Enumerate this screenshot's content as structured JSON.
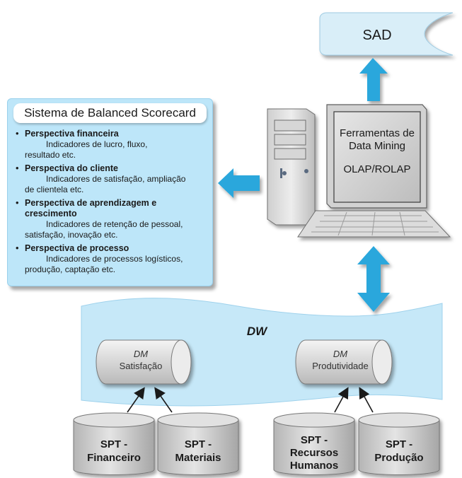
{
  "sad": {
    "label": "SAD"
  },
  "computer": {
    "screen_line1": "Ferramentas de",
    "screen_line2": "Data Mining",
    "screen_line3": "OLAP/ROLAP"
  },
  "bsc": {
    "title": "Sistema de Balanced Scorecard",
    "items": [
      {
        "heading": "Perspectiva financeira",
        "desc_lines": [
          "Indicadores de lucro, fluxo,",
          "resultado etc."
        ]
      },
      {
        "heading": "Perspectiva do cliente",
        "desc_lines": [
          "Indicadores de satisfação, ampliação",
          "de clientela etc."
        ]
      },
      {
        "heading": "Perspectiva de aprendizagem e crescimento",
        "desc_lines": [
          "Indicadores de retenção de pessoal,",
          "satisfação, inovação etc."
        ]
      },
      {
        "heading": "Perspectiva de processo",
        "desc_lines": [
          "Indicadores de processos logísticos,",
          "produção, captação etc."
        ]
      }
    ]
  },
  "dw": {
    "label": "DW"
  },
  "datamarts": [
    {
      "line1": "DM",
      "line2": "Satisfação"
    },
    {
      "line1": "DM",
      "line2": "Produtividade"
    }
  ],
  "sources": [
    {
      "line1": "SPT -",
      "line2": "Financeiro",
      "line3": ""
    },
    {
      "line1": "SPT -",
      "line2": "Materiais",
      "line3": ""
    },
    {
      "line1": "SPT -",
      "line2": "Recursos",
      "line3": "Humanos"
    },
    {
      "line1": "SPT -",
      "line2": "Produção",
      "line3": ""
    }
  ],
  "colors": {
    "arrow": "#2aa7dc",
    "panel": "#bde6f9",
    "cylinder": "#c4c4c4"
  }
}
